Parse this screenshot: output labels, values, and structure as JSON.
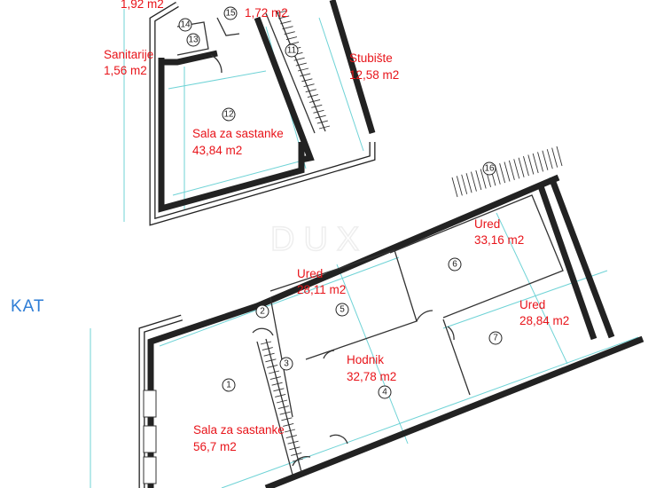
{
  "title": "KAT",
  "watermark": "DUX",
  "rooms": [
    {
      "num": "1",
      "name": "Sala za sastanke",
      "area": "56,7 m2"
    },
    {
      "num": "2"
    },
    {
      "num": "3"
    },
    {
      "num": "4",
      "name": "Hodnik",
      "area": "32,78 m2"
    },
    {
      "num": "5",
      "name": "Ured",
      "area": "28,11 m2"
    },
    {
      "num": "6",
      "name": "Ured",
      "area": "33,16 m2"
    },
    {
      "num": "7",
      "name": "Ured",
      "area": "28,84 m2"
    },
    {
      "num": "11",
      "name": "Stubište",
      "area": "12,58 m2"
    },
    {
      "num": "12",
      "name": "Sala za sastanke",
      "area": "43,84 m2"
    },
    {
      "num": "13",
      "name": "Sanitarije",
      "area": "1,56 m2"
    },
    {
      "num": "14",
      "area": "1,92 m2"
    },
    {
      "num": "15",
      "area": "1,72 m2"
    },
    {
      "num": "16"
    }
  ],
  "colors": {
    "label": "#e8141a",
    "dimension": "#6fd3d6",
    "title": "#2e7dd6"
  }
}
